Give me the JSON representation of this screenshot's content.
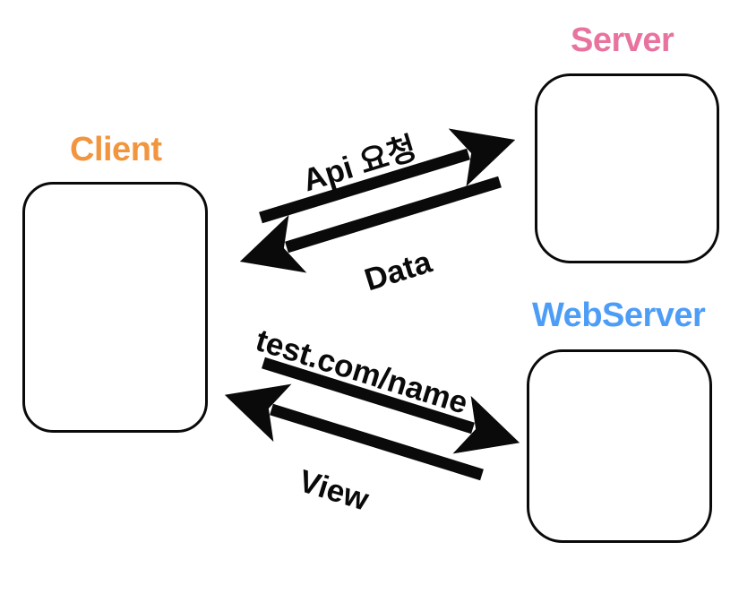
{
  "diagram": {
    "title": "Client Server WebServer request flow",
    "background_color": "#ffffff",
    "stroke_color": "#0a0a0a",
    "nodes": [
      {
        "id": "client",
        "label": "Client",
        "color": "#F2953F",
        "shape": "rounded-rectangle"
      },
      {
        "id": "server",
        "label": "Server",
        "color": "#E8739F",
        "shape": "rounded-rectangle"
      },
      {
        "id": "webserver",
        "label": "WebServer",
        "color": "#4D9DF7",
        "shape": "rounded-rectangle"
      }
    ],
    "edges": [
      {
        "id": "api-request",
        "label": "Api 요청",
        "from": "client",
        "to": "server",
        "direction": "right"
      },
      {
        "id": "data-response",
        "label": "Data",
        "from": "server",
        "to": "client",
        "direction": "left"
      },
      {
        "id": "url-request",
        "label": "test.com/name",
        "from": "client",
        "to": "webserver",
        "direction": "right"
      },
      {
        "id": "view-response",
        "label": "View",
        "from": "webserver",
        "to": "client",
        "direction": "left"
      }
    ]
  }
}
